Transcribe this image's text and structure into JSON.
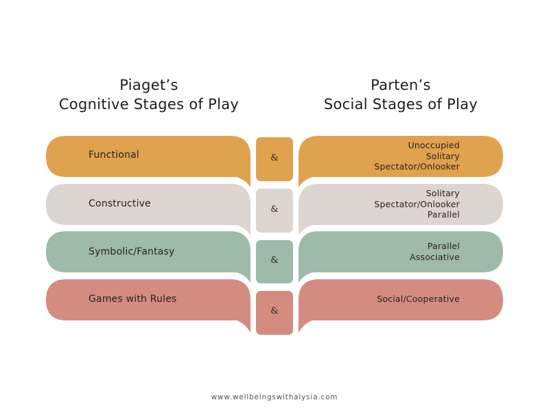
{
  "headings": {
    "left": {
      "line1": "Piaget’s",
      "line2": "Cognitive Stages of Play"
    },
    "right": {
      "line1": "Parten’s",
      "line2": "Social Stages of Play"
    }
  },
  "connector_symbol": "&",
  "rows": [
    {
      "color": "#E0A24E",
      "cognitive_stage": "Functional",
      "social_stages": [
        "Unoccupied",
        "Solitary",
        "Spectator/Onlooker"
      ]
    },
    {
      "color": "#DDD5CF",
      "cognitive_stage": "Constructive",
      "social_stages": [
        "Solitary",
        "Spectator/Onlooker",
        "Parallel"
      ]
    },
    {
      "color": "#9DBBA8",
      "cognitive_stage": "Symbolic/Fantasy",
      "social_stages": [
        "Parallel",
        "Associative"
      ]
    },
    {
      "color": "#D48C80",
      "cognitive_stage": "Games with Rules",
      "social_stages": [
        "Social/Cooperative"
      ]
    }
  ],
  "footer": {
    "website": "www.wellbeingswithalysia.com"
  }
}
